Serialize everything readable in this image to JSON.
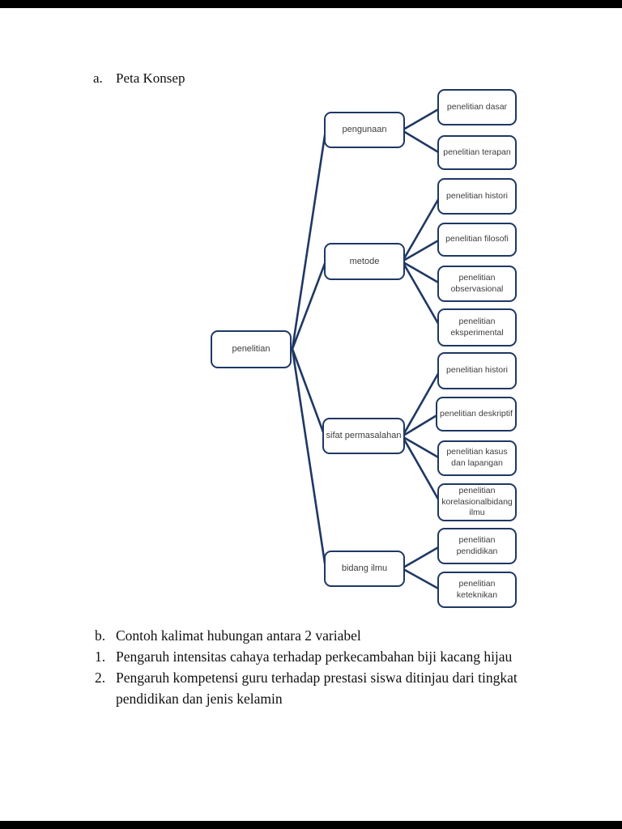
{
  "section_a": {
    "marker": "a.",
    "title": "Peta Konsep"
  },
  "concept_map": {
    "root": "penelitian",
    "branches": [
      {
        "label": "pengunaan",
        "children": [
          "penelitian dasar",
          "penelitian terapan"
        ]
      },
      {
        "label": "metode",
        "children": [
          "penelitian histori",
          "penelitian filosofi",
          "penelitian observasional",
          "penelitian eksperimental"
        ]
      },
      {
        "label": "sifat permasalahan",
        "children": [
          "penelitian histori",
          "penelitian deskriptif",
          "penelitian kasus dan lapangan",
          "penelitian korelasionalbidang ilmu"
        ]
      },
      {
        "label": "bidang ilmu",
        "children": [
          "penelitian pendidikan",
          "penelitian keteknikan"
        ]
      }
    ],
    "colors": {
      "node_border": "#1f3864",
      "connector": "#1f3864",
      "node_fill": "#ffffff",
      "node_text": "#3d3d3d"
    }
  },
  "section_b": {
    "heading": {
      "marker": "b.",
      "text": "Contoh kalimat hubungan antara 2 variabel"
    },
    "items": [
      {
        "marker": "1.",
        "text": "Pengaruh intensitas cahaya terhadap perkecambahan biji kacang hijau"
      },
      {
        "marker": "2.",
        "text": "Pengaruh kompetensi guru terhadap prestasi siswa ditinjau dari tingkat pendidikan dan jenis kelamin"
      }
    ]
  }
}
